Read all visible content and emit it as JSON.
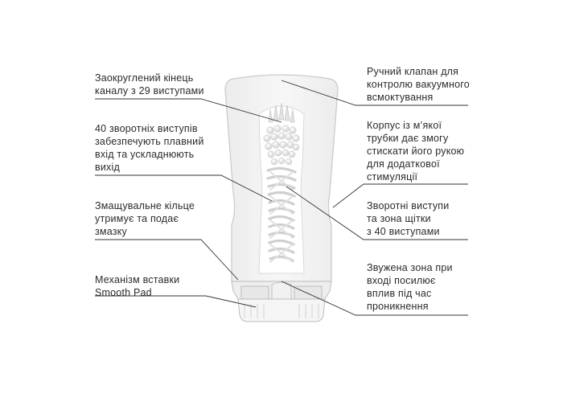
{
  "labels": {
    "left": [
      {
        "text": "Заокруглений кінець\nканалу з 29 виступами"
      },
      {
        "text": "40 зворотніх виступів\nзабезпечують плавний\nвхід та ускладнюють\nвихід"
      },
      {
        "text": "Змащувальне кільце\nутримує та подає\nзмазку"
      },
      {
        "text": "Механізм вставки\nSmooth Pad"
      }
    ],
    "right": [
      {
        "text": "Ручний клапан для\nконтролю вакуумного\nвсмоктування"
      },
      {
        "text": "Корпус із м’якої\nтрубки дає змогу\nстискати його рукою\nдля додаткової\nстимуляції"
      },
      {
        "text": "Зворотні виступи\nта зона щітки\nз 40 виступами"
      },
      {
        "text": "Звужена зона при\nвході посилює\nвплив під час\nпроникнення"
      }
    ]
  },
  "colors": {
    "line": "#333333",
    "body_fill": "#f3f3f3",
    "body_stroke": "#c9c9c9",
    "channel_fill": "#ffffff",
    "bumps": "#d8d8d8"
  }
}
